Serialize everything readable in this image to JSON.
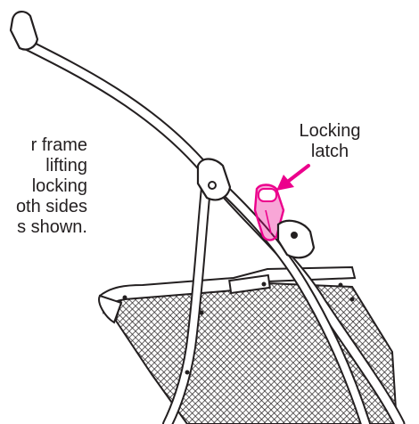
{
  "instruction": {
    "lines": [
      "r frame",
      "lifting",
      "locking",
      "oth sides",
      "s shown."
    ]
  },
  "callout": {
    "lines": [
      "Locking",
      "latch"
    ]
  },
  "colors": {
    "highlight": "#ec008c",
    "line": "#231f20",
    "mesh_fill": "#8a8a8a",
    "background": "#ffffff"
  },
  "icons": {
    "arrow": "callout-arrow-icon"
  }
}
